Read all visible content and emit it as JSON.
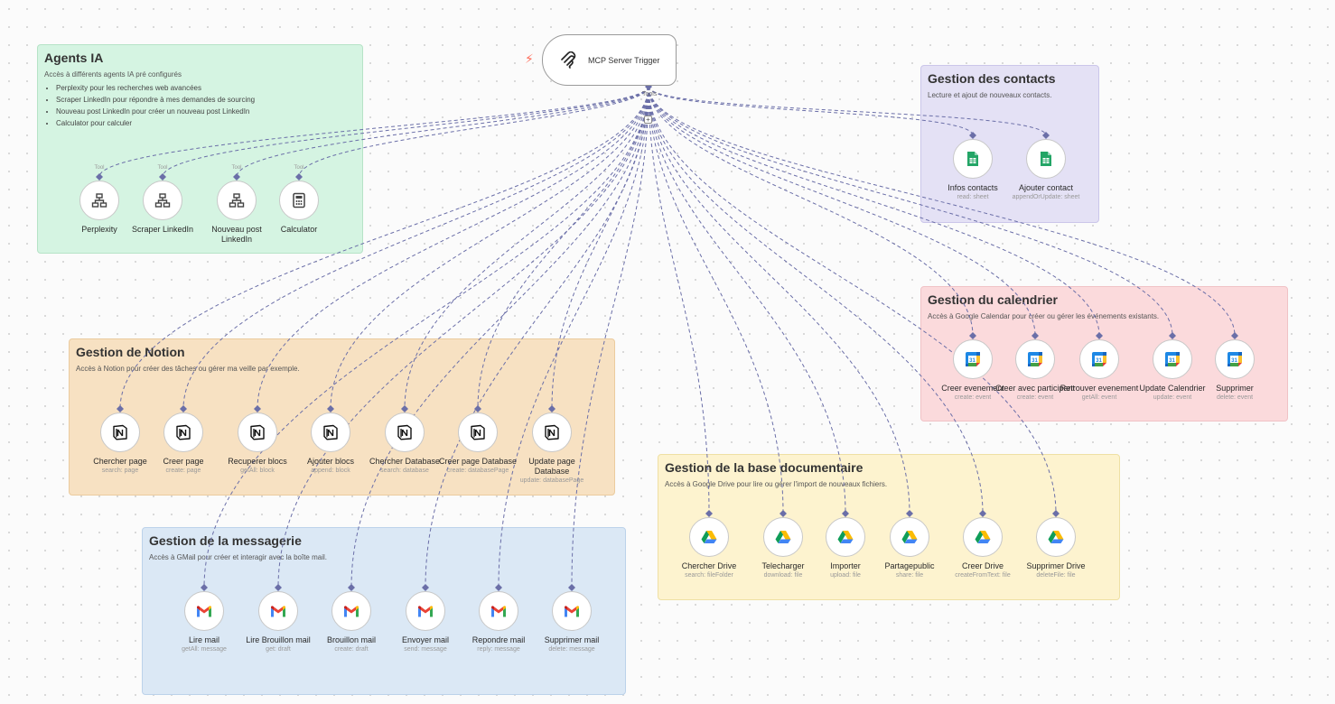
{
  "trigger": {
    "name": "MCP Server Trigger",
    "handle_label": "Tools"
  },
  "groups": {
    "ia": {
      "title": "Agents IA",
      "description": "Accès à différents agents IA pré configurés",
      "bullets": [
        "Perplexity pour les recherches web avancées",
        "Scraper LinkedIn pour répondre à mes demandes de sourcing",
        "Nouveau post LinkedIn pour créer un nouveau post LinkedIn",
        "Calculator pour calculer"
      ]
    },
    "contacts": {
      "title": "Gestion des contacts",
      "description": "Lecture et ajout de nouveaux contacts."
    },
    "calendar": {
      "title": "Gestion du calendrier",
      "description": "Accès à Google Calendar pour créer ou gérer les événements existants."
    },
    "notion": {
      "title": "Gestion de Notion",
      "description": "Accès à Notion pour créer des tâches ou gérer ma veille par exemple."
    },
    "docs": {
      "title": "Gestion de la base documentaire",
      "description": "Accès à Google Drive pour lire ou gérer l'import de nouveaux fichiers."
    },
    "mail": {
      "title": "Gestion de la messagerie",
      "description": "Accès à GMail pour créer et interagir avec la boîte mail."
    }
  },
  "nodes": {
    "ia": [
      {
        "label": "Perplexity",
        "tag": "Tool",
        "icon": "workflow-icon"
      },
      {
        "label": "Scraper LinkedIn",
        "tag": "Tool",
        "icon": "workflow-icon"
      },
      {
        "label": "Nouveau post LinkedIn",
        "tag": "Tool",
        "icon": "workflow-icon"
      },
      {
        "label": "Calculator",
        "tag": "Tool",
        "icon": "calculator-icon"
      }
    ],
    "contacts": [
      {
        "label": "Infos contacts",
        "sub": "read: sheet",
        "icon": "google-sheets-icon"
      },
      {
        "label": "Ajouter contact",
        "sub": "appendOrUpdate: sheet",
        "icon": "google-sheets-icon"
      }
    ],
    "calendar": [
      {
        "label": "Creer evenement",
        "sub": "create: event",
        "icon": "google-calendar-icon"
      },
      {
        "label": "Creer avec participant",
        "sub": "create: event",
        "icon": "google-calendar-icon"
      },
      {
        "label": "Retrouver evenement",
        "sub": "getAll: event",
        "icon": "google-calendar-icon"
      },
      {
        "label": "Update Calendrier",
        "sub": "update: event",
        "icon": "google-calendar-icon"
      },
      {
        "label": "Supprimer",
        "sub": "delete: event",
        "icon": "google-calendar-icon"
      }
    ],
    "notion": [
      {
        "label": "Chercher page",
        "sub": "search: page",
        "icon": "notion-icon"
      },
      {
        "label": "Creer page",
        "sub": "create: page",
        "icon": "notion-icon"
      },
      {
        "label": "Recuperer blocs",
        "sub": "getAll: block",
        "icon": "notion-icon"
      },
      {
        "label": "Ajouter blocs",
        "sub": "append: block",
        "icon": "notion-icon"
      },
      {
        "label": "Chercher Database",
        "sub": "search: database",
        "icon": "notion-icon"
      },
      {
        "label": "Creer page Database",
        "sub": "create: databasePage",
        "icon": "notion-icon"
      },
      {
        "label": "Update page Database",
        "sub": "update: databasePage",
        "icon": "notion-icon"
      }
    ],
    "docs": [
      {
        "label": "Chercher Drive",
        "sub": "search: fileFolder",
        "icon": "google-drive-icon"
      },
      {
        "label": "Telecharger",
        "sub": "download: file",
        "icon": "google-drive-icon"
      },
      {
        "label": "Importer",
        "sub": "upload: file",
        "icon": "google-drive-icon"
      },
      {
        "label": "Partagepublic",
        "sub": "share: file",
        "icon": "google-drive-icon"
      },
      {
        "label": "Creer Drive",
        "sub": "createFromText: file",
        "icon": "google-drive-icon"
      },
      {
        "label": "Supprimer Drive",
        "sub": "deleteFile: file",
        "icon": "google-drive-icon"
      }
    ],
    "mail": [
      {
        "label": "Lire mail",
        "sub": "getAll: message",
        "icon": "gmail-icon"
      },
      {
        "label": "Lire Brouillon mail",
        "sub": "get: draft",
        "icon": "gmail-icon"
      },
      {
        "label": "Brouillon mail",
        "sub": "create: draft",
        "icon": "gmail-icon"
      },
      {
        "label": "Envoyer mail",
        "sub": "send: message",
        "icon": "gmail-icon"
      },
      {
        "label": "Repondre mail",
        "sub": "reply: message",
        "icon": "gmail-icon"
      },
      {
        "label": "Supprimer mail",
        "sub": "delete: message",
        "icon": "gmail-icon"
      }
    ]
  },
  "colors": {
    "edge": "#6b6fa8",
    "ia_bg": "#d5f4e2",
    "contacts_bg": "#e4e1f5",
    "calendar_bg": "#fbdadc",
    "notion_bg": "#f7e1c2",
    "docs_bg": "#fdf3cf",
    "mail_bg": "#dbe8f5",
    "trigger_bolt": "#ff6d5a"
  }
}
